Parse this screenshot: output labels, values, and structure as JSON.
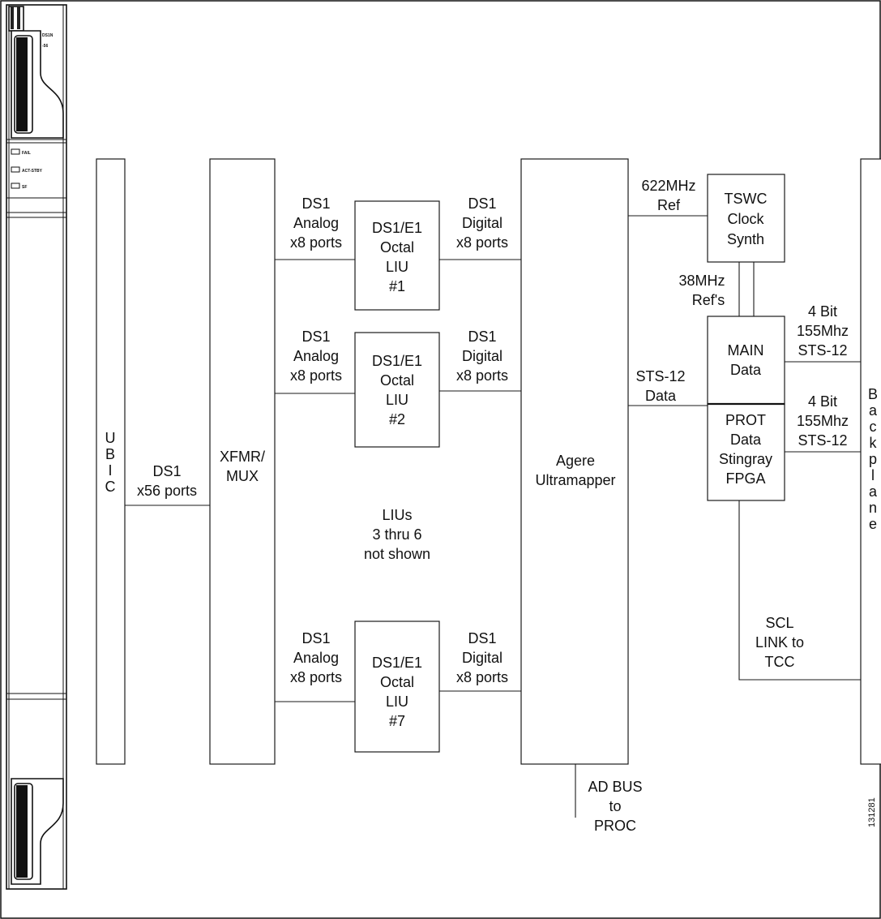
{
  "card": {
    "model_lines": [
      "DS1N",
      "-56"
    ],
    "leds": [
      "FAIL",
      "ACT-STBY",
      "SF"
    ]
  },
  "blocks": {
    "ubic": [
      "U",
      "B",
      "I",
      "C"
    ],
    "xfmr": [
      "XFMR/",
      "MUX"
    ],
    "liu1": [
      "DS1/E1",
      "Octal",
      "LIU",
      "#1"
    ],
    "liu2": [
      "DS1/E1",
      "Octal",
      "LIU",
      "#2"
    ],
    "liu7": [
      "DS1/E1",
      "Octal",
      "LIU",
      "#7"
    ],
    "agere": [
      "Agere",
      "Ultramapper"
    ],
    "tswc": [
      "TSWC",
      "Clock",
      "Synth"
    ],
    "main": [
      "MAIN",
      "Data"
    ],
    "prot": [
      "PROT",
      "Data",
      "Stingray",
      "FPGA"
    ],
    "backplane": [
      "B",
      "a",
      "c",
      "k",
      "p",
      "l",
      "a",
      "n",
      "e"
    ]
  },
  "labels": {
    "ds1_x56": [
      "DS1",
      "x56 ports"
    ],
    "analog1": [
      "DS1",
      "Analog",
      "x8 ports"
    ],
    "digital1": [
      "DS1",
      "Digital",
      "x8 ports"
    ],
    "analog2": [
      "DS1",
      "Analog",
      "x8 ports"
    ],
    "digital2": [
      "DS1",
      "Digital",
      "x8 ports"
    ],
    "analog7": [
      "DS1",
      "Analog",
      "x8 ports"
    ],
    "digital7": [
      "DS1",
      "Digital",
      "x8 ports"
    ],
    "lius_note": [
      "LIUs",
      "3 thru 6",
      "not shown"
    ],
    "ref622": [
      "622MHz",
      "Ref"
    ],
    "ref38": [
      "38MHz",
      "Ref's"
    ],
    "sts12_data": [
      "STS-12",
      "Data"
    ],
    "bit4_main": [
      "4 Bit",
      "155Mhz",
      "STS-12"
    ],
    "bit4_prot": [
      "4 Bit",
      "155Mhz",
      "STS-12"
    ],
    "scl_link": [
      "SCL",
      "LINK to",
      "TCC"
    ],
    "ad_bus": [
      "AD BUS",
      "to",
      "PROC"
    ],
    "figure_id": "131281"
  }
}
